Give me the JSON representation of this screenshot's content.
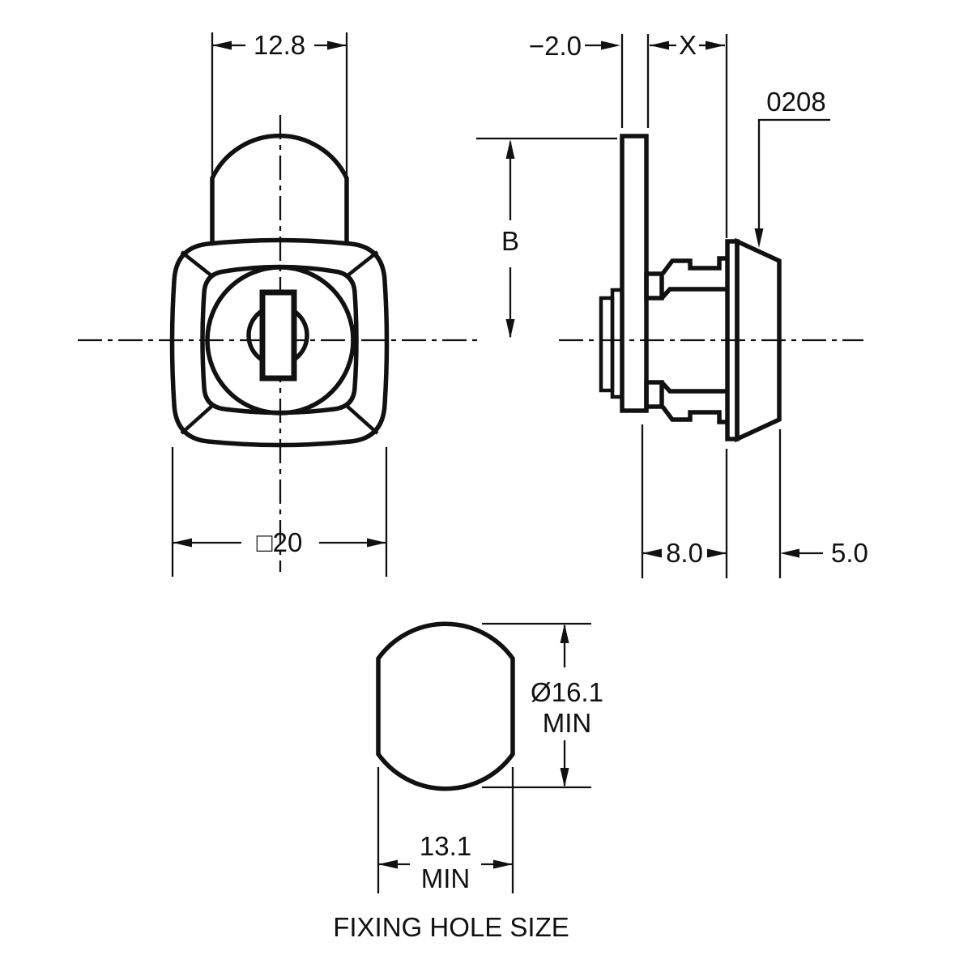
{
  "drawing": {
    "background_color": "#ffffff",
    "line_color": "#111111",
    "front_view": {
      "cylinder_width": "12.8",
      "body_size": "□20"
    },
    "side_view": {
      "cam_thickness": "−2.0",
      "panel_thickness": "X",
      "part_number": "0208",
      "cam_height": "B",
      "body_length": "8.0",
      "head_depth": "5.0"
    },
    "fixing_hole": {
      "diameter": "Ø16.1",
      "diameter_min": "MIN",
      "flat_width": "13.1",
      "flat_width_min": "MIN",
      "caption": "FIXING HOLE SIZE"
    }
  }
}
